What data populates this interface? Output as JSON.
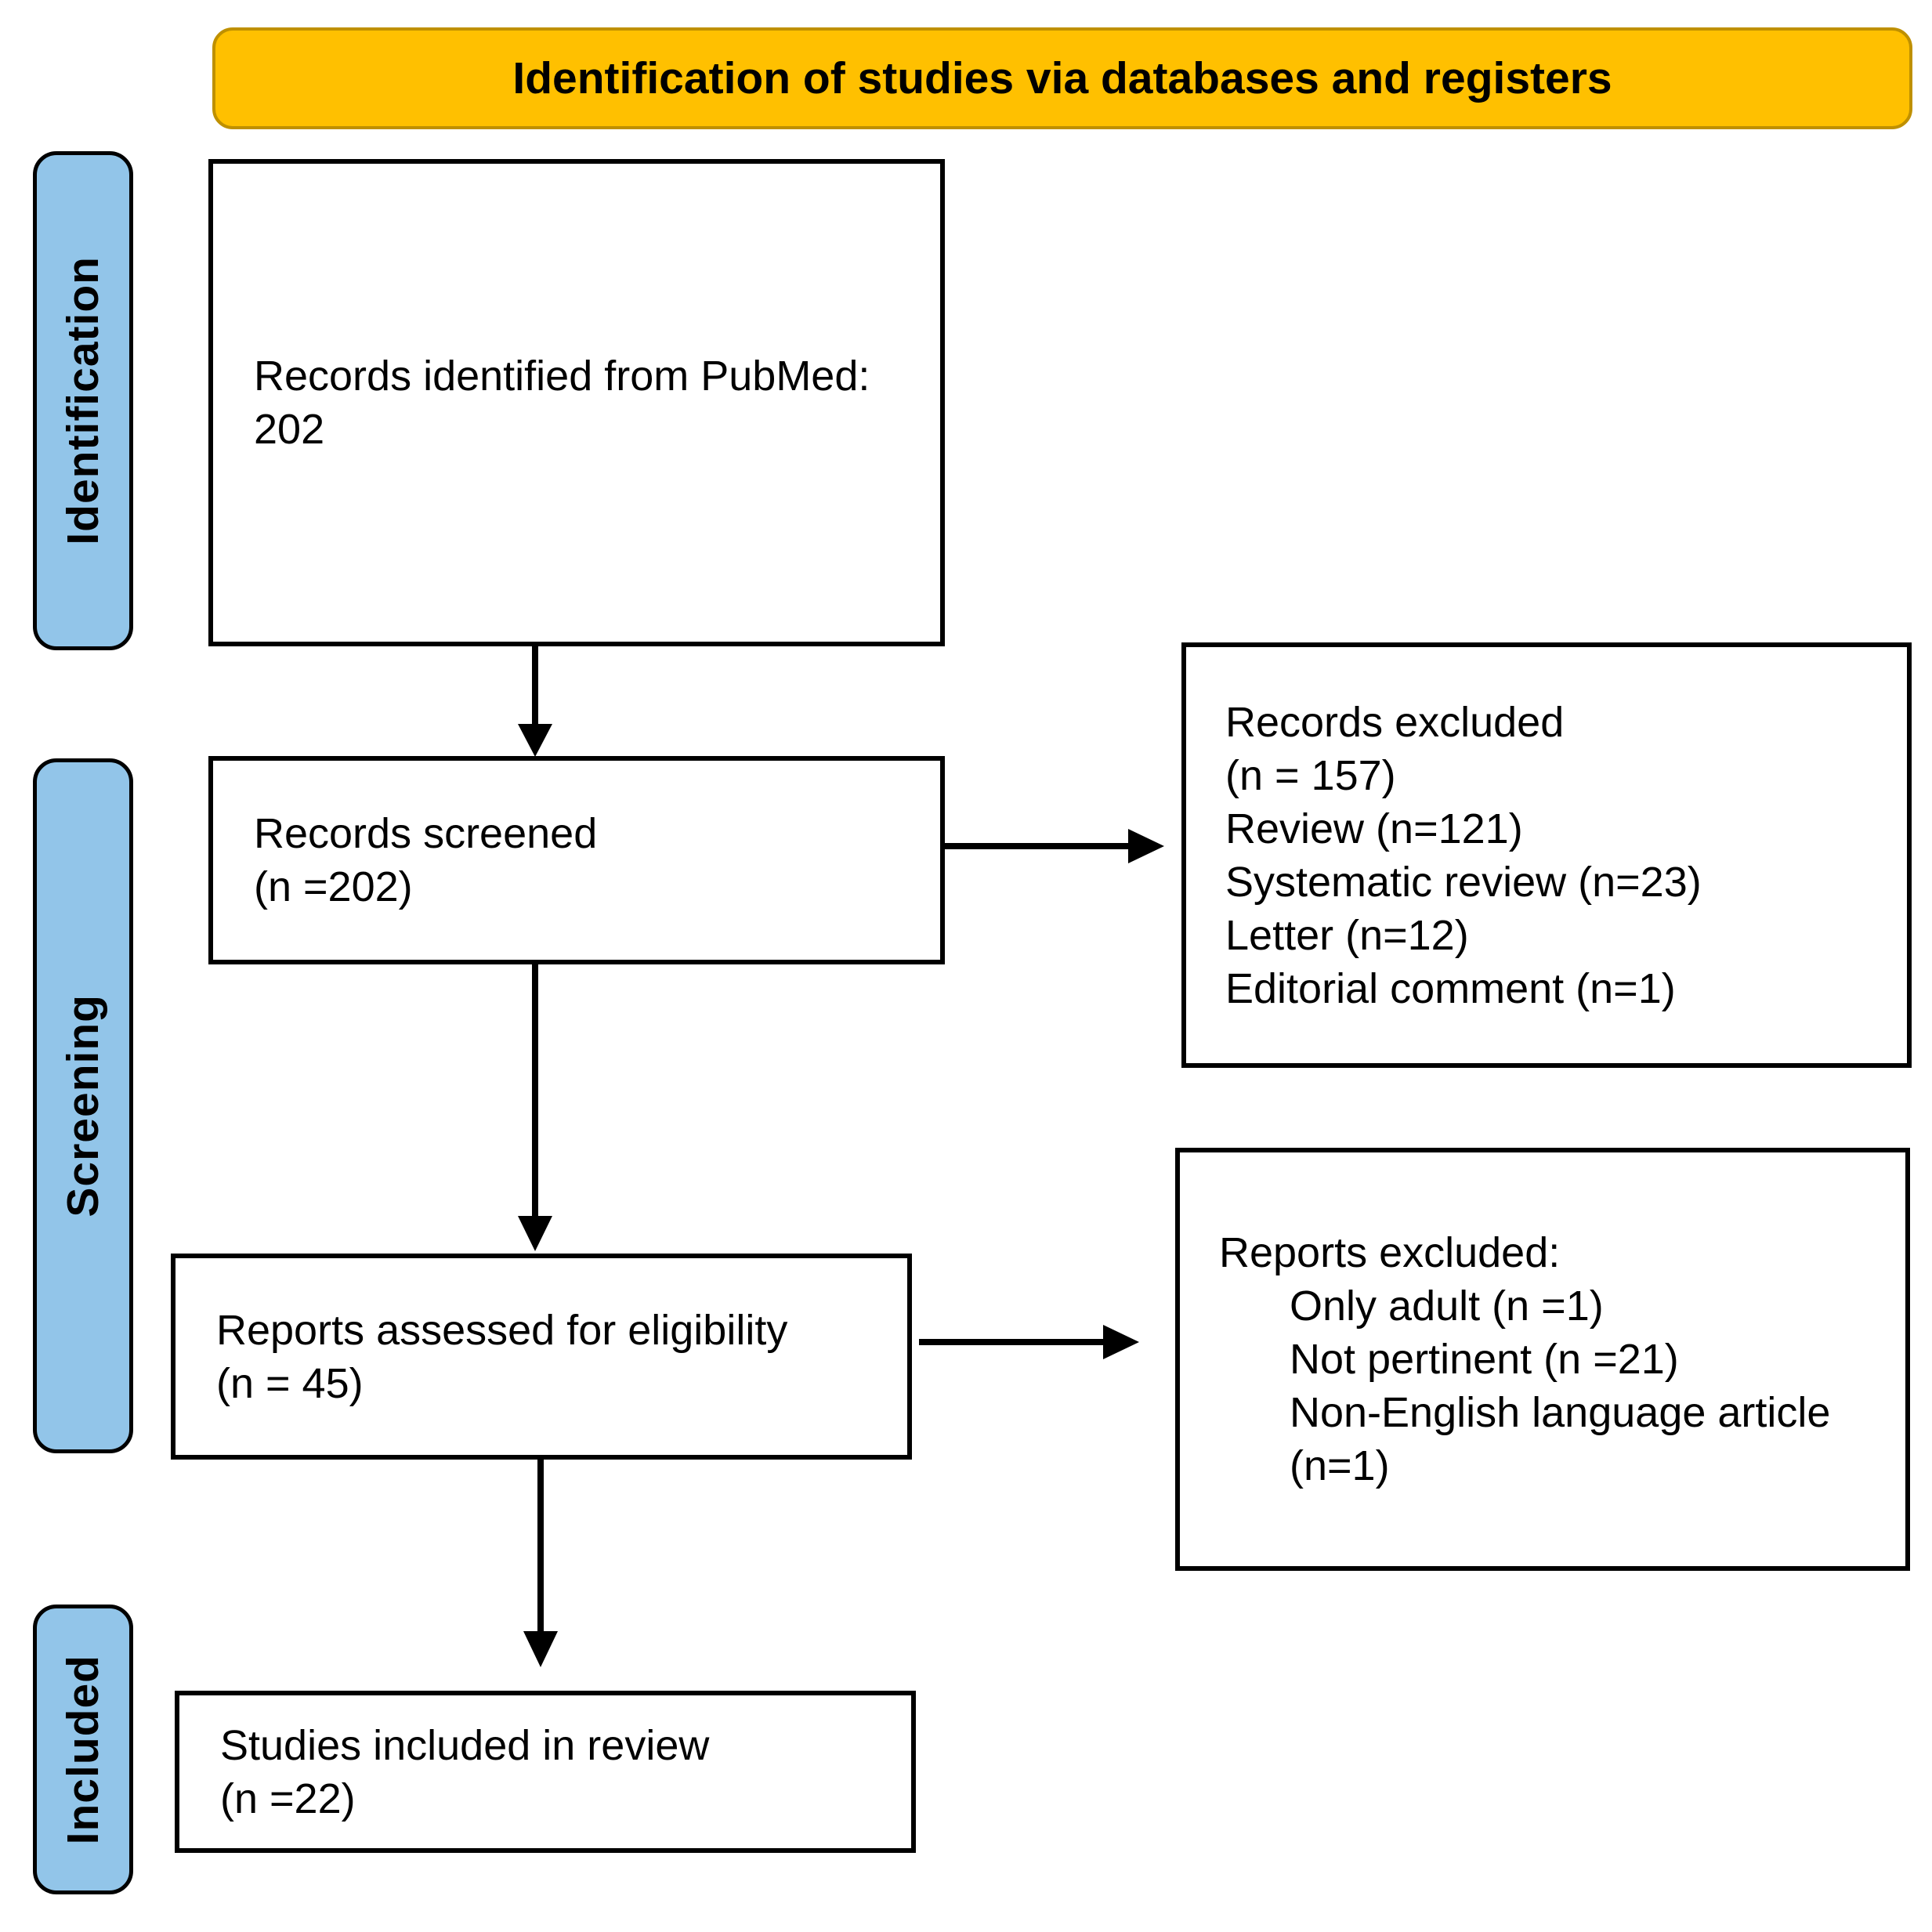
{
  "banner": {
    "label": "Identification of studies via databases and registers"
  },
  "stage_labels": {
    "identification": "Identification",
    "screening": "Screening",
    "included": "Included"
  },
  "boxes": {
    "identified": {
      "lines": [
        "Records identified from PubMed:",
        "202"
      ]
    },
    "screened": {
      "lines": [
        "Records screened",
        "(n =202)"
      ]
    },
    "records_excluded": {
      "lines": [
        "Records excluded",
        "(n = 157)",
        "Review (n=121)",
        "Systematic review (n=23)",
        "Letter (n=12)",
        "Editorial comment (n=1)"
      ]
    },
    "assessed": {
      "lines": [
        "Reports assessed for eligibility",
        "(n = 45)"
      ]
    },
    "reports_excluded": {
      "title": "Reports excluded:",
      "items": [
        "Only adult (n =1)",
        "Not pertinent (n =21)",
        "Non-English language article (n=1)"
      ]
    },
    "included_studies": {
      "lines": [
        "Studies included in review",
        "(n =22)"
      ]
    }
  },
  "colors": {
    "banner_bg": "#FFC000",
    "banner_border": "#BF9000",
    "stage_bg": "#92C5E9",
    "box_border": "#000000",
    "text_color": "#000000"
  }
}
